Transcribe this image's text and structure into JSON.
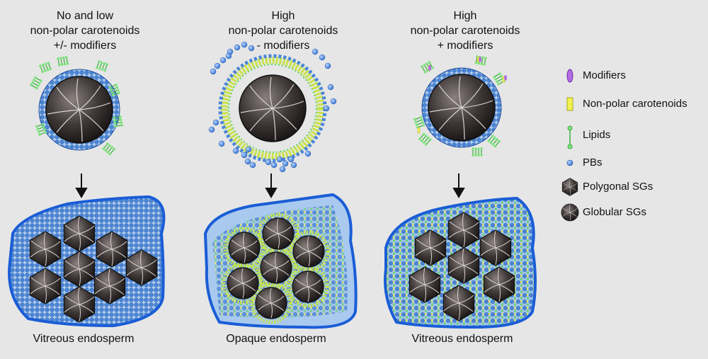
{
  "columns": [
    {
      "title_lines": [
        "No and low",
        "non-polar carotenoids",
        "+/- modifiers"
      ],
      "caption": "Vitreous endosperm"
    },
    {
      "title_lines": [
        "High",
        "non-polar carotenoids",
        "- modifiers"
      ],
      "caption": "Opaque endosperm"
    },
    {
      "title_lines": [
        "High",
        "non-polar carotenoids",
        "+ modifiers"
      ],
      "caption": "Vitreous endosperm"
    }
  ],
  "legend": [
    {
      "label": "Modifiers",
      "icon": "modifier-icon",
      "color": "#b36be6"
    },
    {
      "label": "Non-polar carotenoids",
      "icon": "carotenoid-icon",
      "color": "#f0f050"
    },
    {
      "label": "Lipids",
      "icon": "lipid-icon",
      "color": "#5fd35f"
    },
    {
      "label": "PBs",
      "icon": "pb-icon",
      "color": "#4a86d8"
    },
    {
      "label": "Polygonal SGs",
      "icon": "polygonal-sg-icon",
      "color": "#2b2626"
    },
    {
      "label": "Globular SGs",
      "icon": "globular-sg-icon",
      "color": "#2b2626"
    }
  ]
}
